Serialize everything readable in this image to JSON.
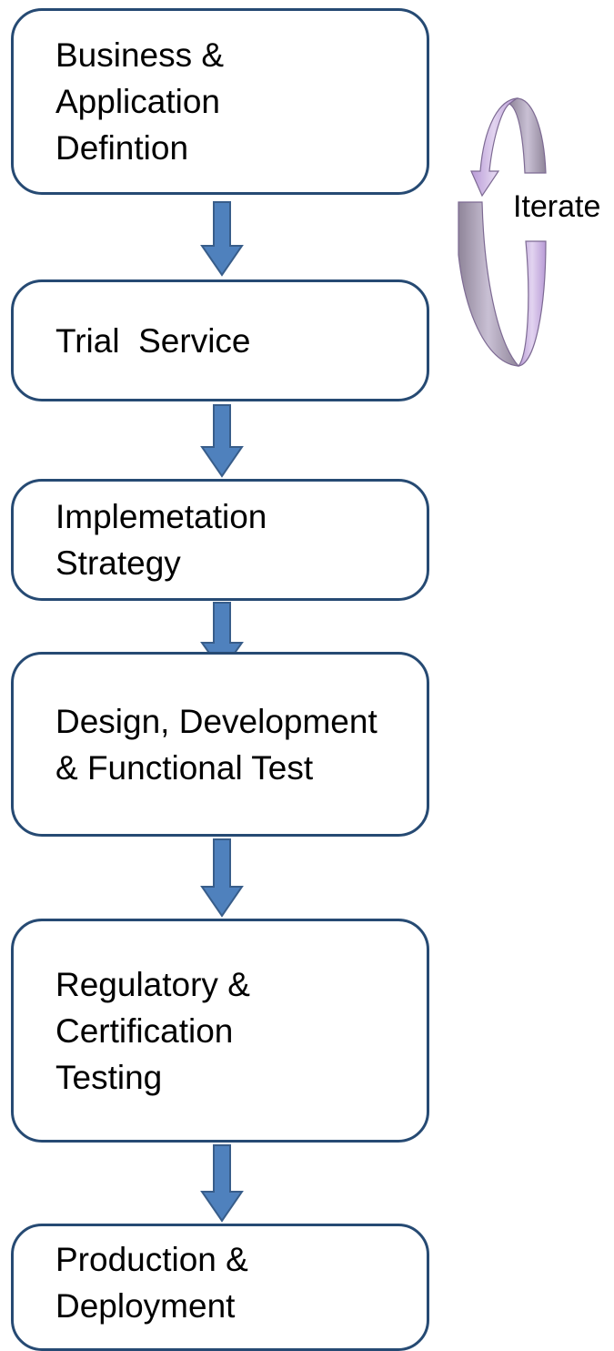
{
  "steps": [
    {
      "lines": [
        "Business &",
        "Application",
        "Defintion"
      ]
    },
    {
      "lines": [
        "Trial  Service"
      ]
    },
    {
      "lines": [
        "Implemetation",
        "Strategy"
      ]
    },
    {
      "lines": [
        "Design, Development",
        "& Functional Test"
      ]
    },
    {
      "lines": [
        "Regulatory &",
        "Certification",
        "Testing"
      ]
    },
    {
      "lines": [
        "Production &",
        "Deployment"
      ]
    }
  ],
  "iterate": {
    "label": "Iterate"
  },
  "colors": {
    "box_border": "#264a73",
    "arrow_fill": "#4f81bd",
    "arrow_stroke": "#385d8a",
    "cycle_front": "#c3a6de",
    "cycle_back": "#a99db8"
  }
}
